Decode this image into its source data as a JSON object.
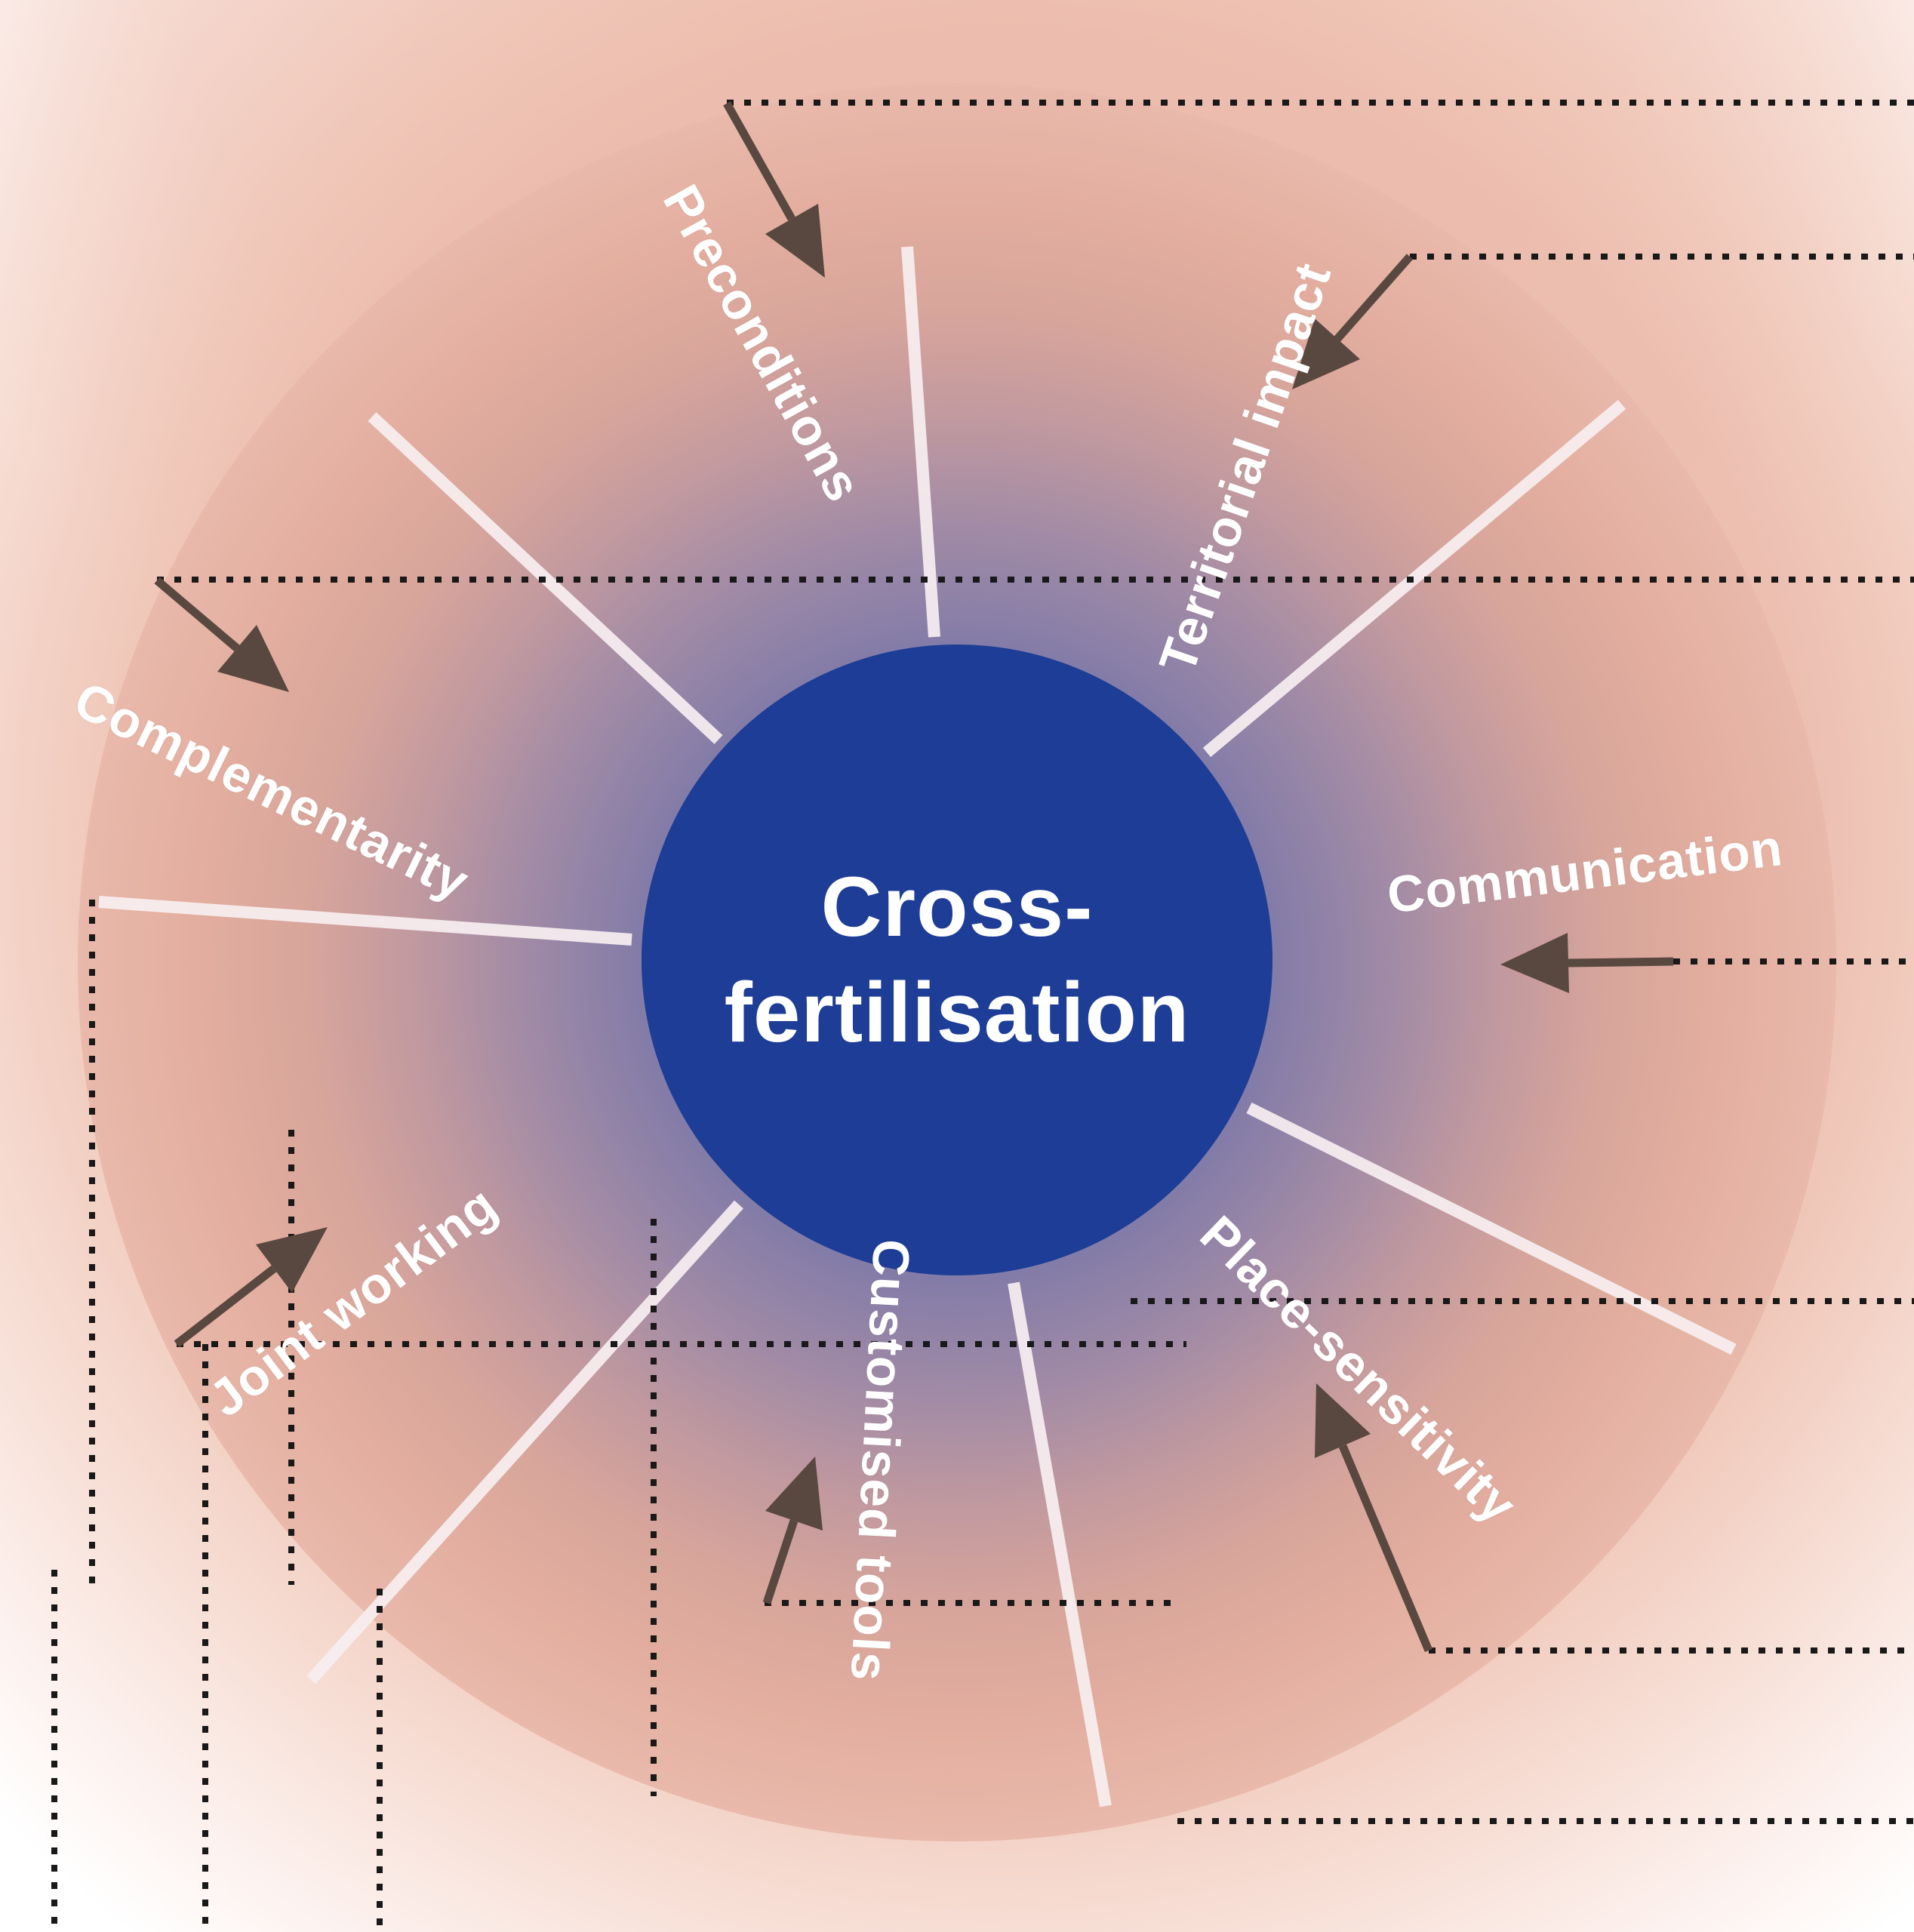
{
  "diagram": {
    "type": "hub-and-spoke wheel",
    "center": {
      "title_line1": "Cross-",
      "title_line2": "fertilisation"
    },
    "segments": [
      {
        "label": "Preconditions"
      },
      {
        "label": "Territorial impact"
      },
      {
        "label": "Communication"
      },
      {
        "label": "Place-sensitivity"
      },
      {
        "label": "Customised tools"
      },
      {
        "label": "Joint working"
      },
      {
        "label": "Complementarity"
      }
    ],
    "icons": [
      {
        "name": "inward-arrow",
        "shape": "dark straight shaft with solid triangular head pointing from dotted leader line into each wedge"
      },
      {
        "name": "dotted-leader-line",
        "shape": "black square-dash line running to image edges"
      }
    ],
    "colors": {
      "hub_blue": "#1d3d96",
      "label_text": "#ffffff",
      "arrow": "#59483f",
      "dotted_line": "#191919",
      "spoke_white": "#f8eff1",
      "disc_inner_purple": "#7b74a4",
      "disc_outer_salmon": "#e9b9ab",
      "halo_pink": "#eec1b3",
      "page_corner": "#ffffff"
    }
  }
}
